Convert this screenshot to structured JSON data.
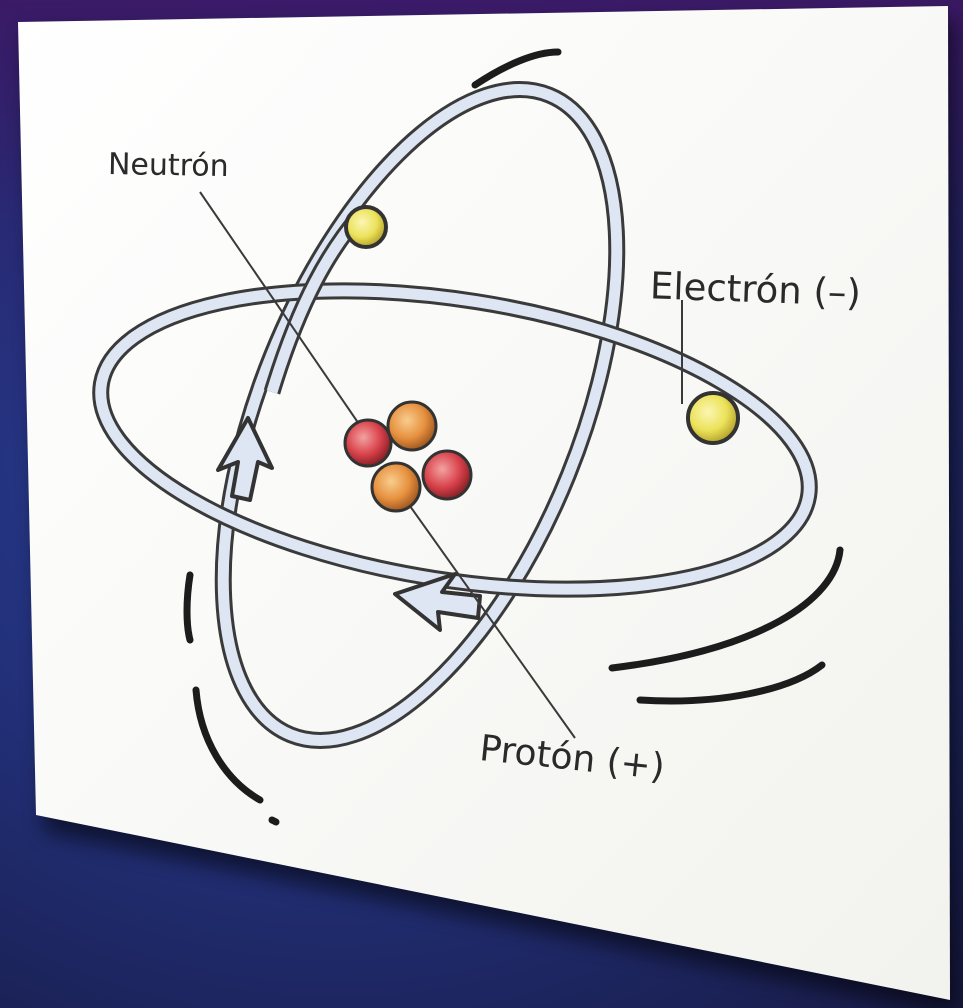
{
  "diagram": {
    "labels": {
      "neutron": "Neutrón",
      "electron": "Electrón (–)",
      "proton": "Protón (+)"
    },
    "colors": {
      "background": "#23317b",
      "panel": "#fbfbf8",
      "electron": "#ece25a",
      "proton": "#e7913f",
      "neutron": "#d9434c",
      "orbit_fill": "#dde6f2",
      "line": "#333333"
    }
  }
}
